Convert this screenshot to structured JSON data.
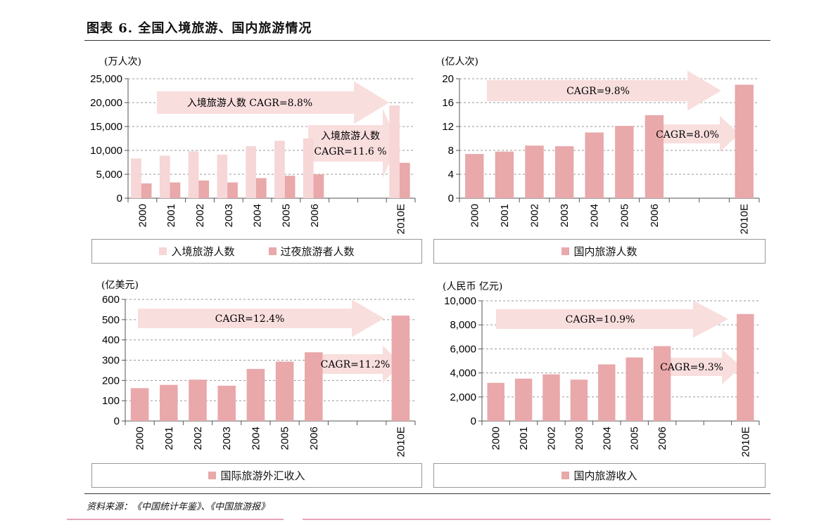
{
  "title": "图表 6. 全国入境旅游、国内旅游情况",
  "source": "资料来源：《中国统计年鉴》、《中国旅游报》",
  "colors": {
    "light_bar": "#f6d6d6",
    "dark_bar": "#e9a8aa",
    "arrow": "#f9dede",
    "line": "#e7a2b9"
  },
  "chart_data": [
    {
      "type": "bar",
      "ylabel": "(万人次)",
      "categories": [
        "2000",
        "2001",
        "2002",
        "2003",
        "2004",
        "2005",
        "2006",
        "",
        "",
        "2010E"
      ],
      "ylim": [
        0,
        25000
      ],
      "yticks": [
        "0",
        "5,000",
        "10,000",
        "15,000",
        "20,000",
        "25,000"
      ],
      "series": [
        {
          "name": "入境旅游人数",
          "color": "#f6d6d6",
          "values": [
            8300,
            8900,
            9800,
            9100,
            10900,
            12000,
            12500,
            null,
            null,
            19400
          ]
        },
        {
          "name": "过夜旅游者人数",
          "color": "#e9a8aa",
          "values": [
            3100,
            3300,
            3700,
            3300,
            4200,
            4700,
            5000,
            null,
            null,
            7400
          ]
        }
      ],
      "annotations": [
        "入境旅游人数 CAGR=8.8%",
        "入境旅游人数",
        "CAGR=11.6 %"
      ]
    },
    {
      "type": "bar",
      "ylabel": "(亿人次)",
      "categories": [
        "2000",
        "2001",
        "2002",
        "2003",
        "2004",
        "2005",
        "2006",
        "",
        "",
        "2010E"
      ],
      "ylim": [
        0,
        20
      ],
      "yticks": [
        "0",
        "4",
        "8",
        "12",
        "16",
        "20"
      ],
      "series": [
        {
          "name": "国内旅游人数",
          "color": "#e9a8aa",
          "values": [
            7.4,
            7.8,
            8.8,
            8.7,
            11.0,
            12.1,
            13.9,
            null,
            null,
            19.0
          ]
        }
      ],
      "annotations": [
        "CAGR=9.8%",
        "CAGR=8.0%"
      ]
    },
    {
      "type": "bar",
      "ylabel": "(亿美元)",
      "categories": [
        "2000",
        "2001",
        "2002",
        "2003",
        "2004",
        "2005",
        "2006",
        "",
        "",
        "2010E"
      ],
      "ylim": [
        0,
        600
      ],
      "yticks": [
        "0",
        "100",
        "200",
        "300",
        "400",
        "500",
        "600"
      ],
      "series": [
        {
          "name": "国际旅游外汇收入",
          "color": "#e9a8aa",
          "values": [
            162,
            178,
            204,
            174,
            257,
            293,
            339,
            null,
            null,
            520
          ]
        }
      ],
      "annotations": [
        "CAGR=12.4%",
        "CAGR=11.2%"
      ]
    },
    {
      "type": "bar",
      "ylabel": "(人民币 亿元)",
      "categories": [
        "2000",
        "2001",
        "2002",
        "2003",
        "2004",
        "2005",
        "2006",
        "",
        "",
        "2010E"
      ],
      "ylim": [
        0,
        10000
      ],
      "yticks": [
        "0",
        "2,000",
        "4,000",
        "6,000",
        "8,000",
        "10,000"
      ],
      "series": [
        {
          "name": "国内旅游收入",
          "color": "#e9a8aa",
          "values": [
            3175,
            3522,
            3878,
            3442,
            4711,
            5286,
            6230,
            null,
            null,
            8900
          ]
        }
      ],
      "annotations": [
        "CAGR=10.9%",
        "CAGR=9.3%"
      ]
    }
  ]
}
